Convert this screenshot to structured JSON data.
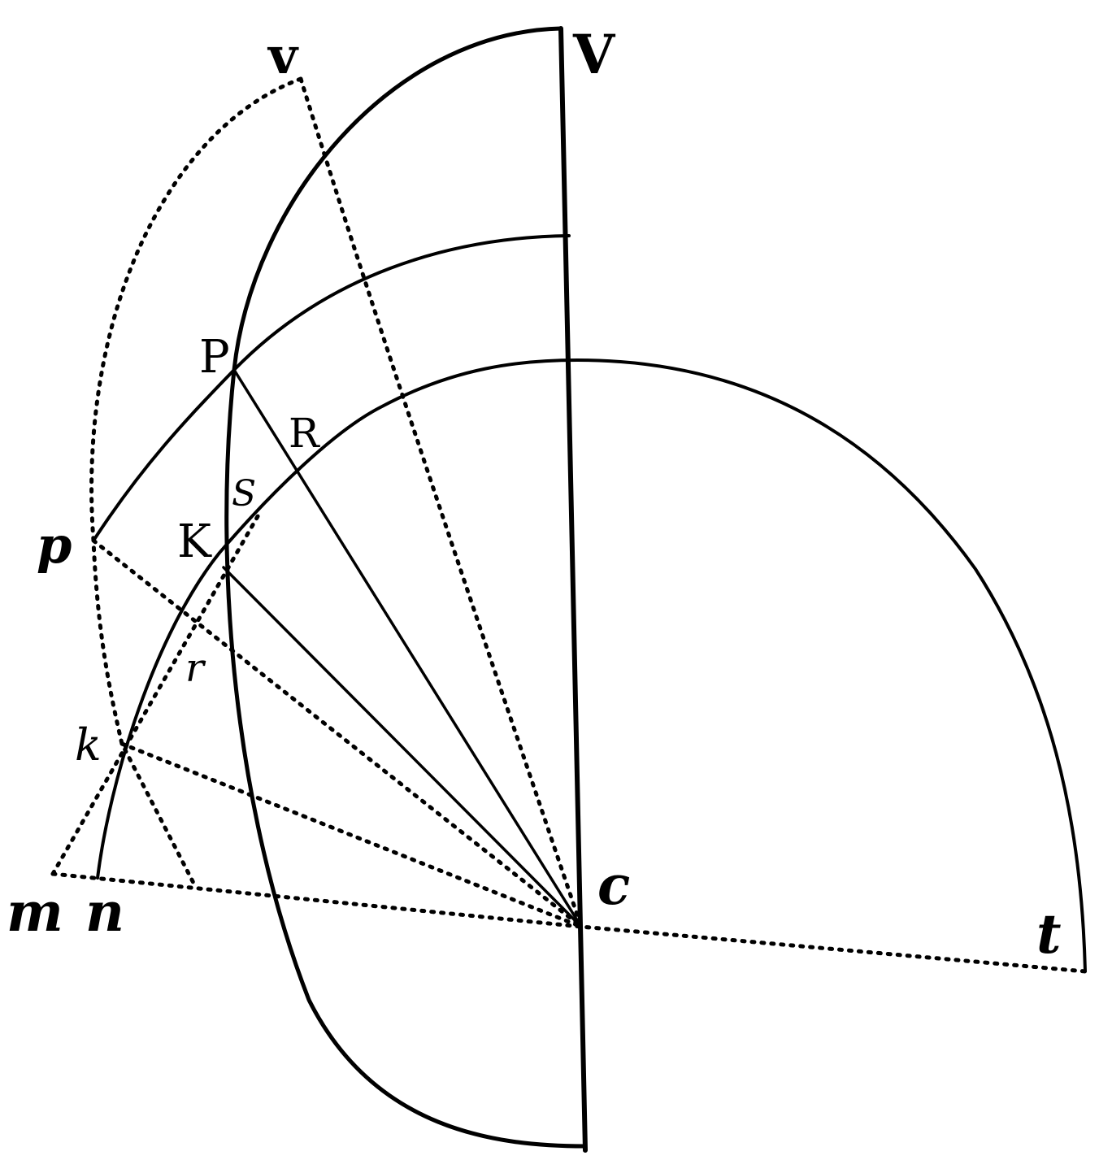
{
  "labels": {
    "v": "v",
    "V": "V",
    "P": "P",
    "R": "R",
    "S": "S",
    "K": "K",
    "p": "p",
    "r": "r",
    "k": "k",
    "m": "m",
    "n": "n",
    "c": "c",
    "t": "t"
  },
  "colors": {
    "ink": "#000000",
    "paper": "#ffffff"
  }
}
